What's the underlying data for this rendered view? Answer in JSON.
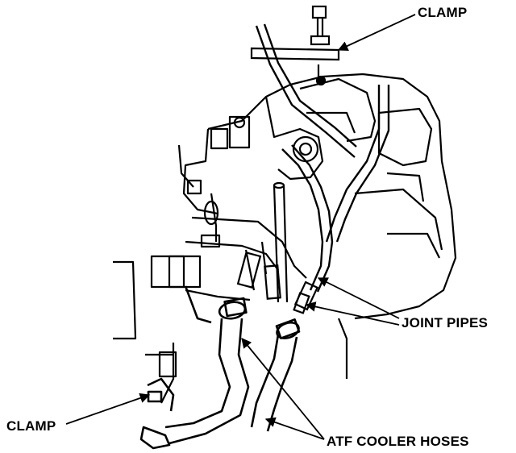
{
  "labels": {
    "clamp_top": "CLAMP",
    "joint_pipes": "JOINT PIPES",
    "clamp_left": "CLAMP",
    "atf_cooler_hoses": "ATF COOLER HOSES"
  }
}
